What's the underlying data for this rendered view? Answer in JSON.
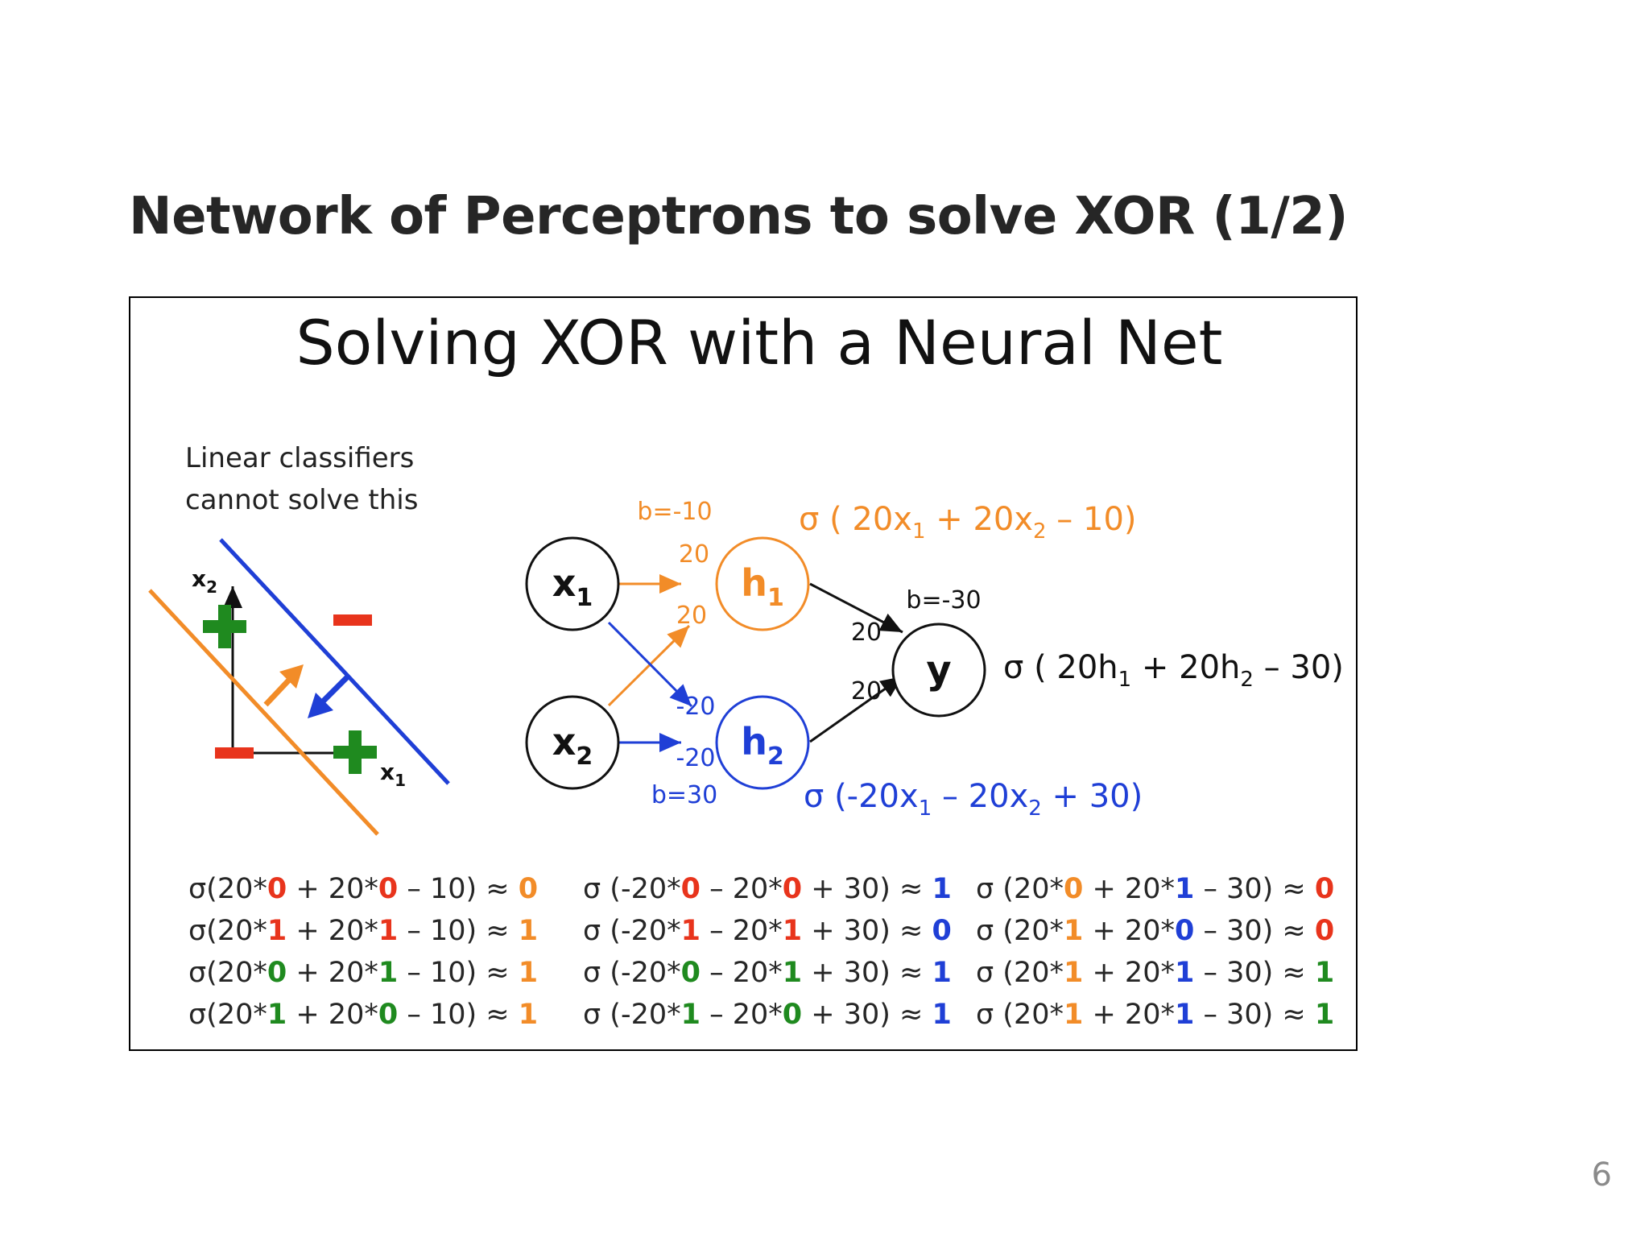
{
  "slide": {
    "title": "Network of Perceptrons to solve XOR (1/2)",
    "page_number": "6"
  },
  "figure": {
    "title": "Solving XOR with a Neural Net",
    "note_line1": "Linear classifiers",
    "note_line2": "cannot solve this",
    "plot": {
      "x_axis_label": "x",
      "x_axis_sub": "1",
      "y_axis_label": "x",
      "y_axis_sub": "2"
    },
    "nodes": {
      "x1": {
        "label": "x",
        "sub": "1"
      },
      "x2": {
        "label": "x",
        "sub": "2"
      },
      "h1": {
        "label": "h",
        "sub": "1"
      },
      "h2": {
        "label": "h",
        "sub": "2"
      },
      "y": {
        "label": "y"
      }
    },
    "weights": {
      "x1_h1": "20",
      "x2_h1": "20",
      "x1_h2": "-20",
      "x2_h2": "-20",
      "h1_y": "20",
      "h2_y": "20"
    },
    "biases": {
      "h1": "b=-10",
      "h2": "b=30",
      "y": "b=-30"
    },
    "formulas": {
      "h1": {
        "a": "σ ( 20x",
        "s1": "1",
        "b": " + 20x",
        "s2": "2",
        "c": " – 10)"
      },
      "h2": {
        "a": "σ (-20x",
        "s1": "1",
        "b": " – 20x",
        "s2": "2",
        "c": " + 30)"
      },
      "y": {
        "a": "σ ( 20h",
        "s1": "1",
        "b": " + 20h",
        "s2": "2",
        "c": " – 30)"
      }
    },
    "equations": {
      "col1": [
        {
          "p1": "σ(20*",
          "v1": "0",
          "p2": " + 20*",
          "v2": "0",
          "p3": " – 10) ≈ ",
          "r": "0"
        },
        {
          "p1": "σ(20*",
          "v1": "1",
          "p2": " + 20*",
          "v2": "1",
          "p3": " – 10) ≈ ",
          "r": "1"
        },
        {
          "p1": "σ(20*",
          "v1": "0",
          "p2": " + 20*",
          "v2": "1",
          "p3": " – 10) ≈ ",
          "r": "1"
        },
        {
          "p1": "σ(20*",
          "v1": "1",
          "p2": " + 20*",
          "v2": "0",
          "p3": " – 10) ≈ ",
          "r": "1"
        }
      ],
      "col2": [
        {
          "p1": "σ (-20*",
          "v1": "0",
          "p2": " – 20*",
          "v2": "0",
          "p3": " + 30) ≈ ",
          "r": "1"
        },
        {
          "p1": "σ (-20*",
          "v1": "1",
          "p2": " – 20*",
          "v2": "1",
          "p3": " + 30) ≈ ",
          "r": "0"
        },
        {
          "p1": "σ (-20*",
          "v1": "0",
          "p2": " – 20*",
          "v2": "1",
          "p3": " + 30) ≈ ",
          "r": "1"
        },
        {
          "p1": "σ (-20*",
          "v1": "1",
          "p2": " – 20*",
          "v2": "0",
          "p3": " + 30) ≈ ",
          "r": "1"
        }
      ],
      "col3": [
        {
          "p1": "σ (20*",
          "v1": "0",
          "p2": " + 20*",
          "v2": "1",
          "p3": " – 30) ≈ ",
          "r": "0"
        },
        {
          "p1": "σ (20*",
          "v1": "1",
          "p2": " + 20*",
          "v2": "0",
          "p3": " – 30) ≈ ",
          "r": "0"
        },
        {
          "p1": "σ (20*",
          "v1": "1",
          "p2": " + 20*",
          "v2": "1",
          "p3": " – 30) ≈ ",
          "r": "1"
        },
        {
          "p1": "σ (20*",
          "v1": "1",
          "p2": " + 20*",
          "v2": "1",
          "p3": " – 30) ≈ ",
          "r": "1"
        }
      ]
    }
  },
  "colors": {
    "orange": "#f28c28",
    "blue": "#1f3fd6",
    "red": "#e8341c",
    "green": "#1f8a1f",
    "text": "#262626"
  }
}
